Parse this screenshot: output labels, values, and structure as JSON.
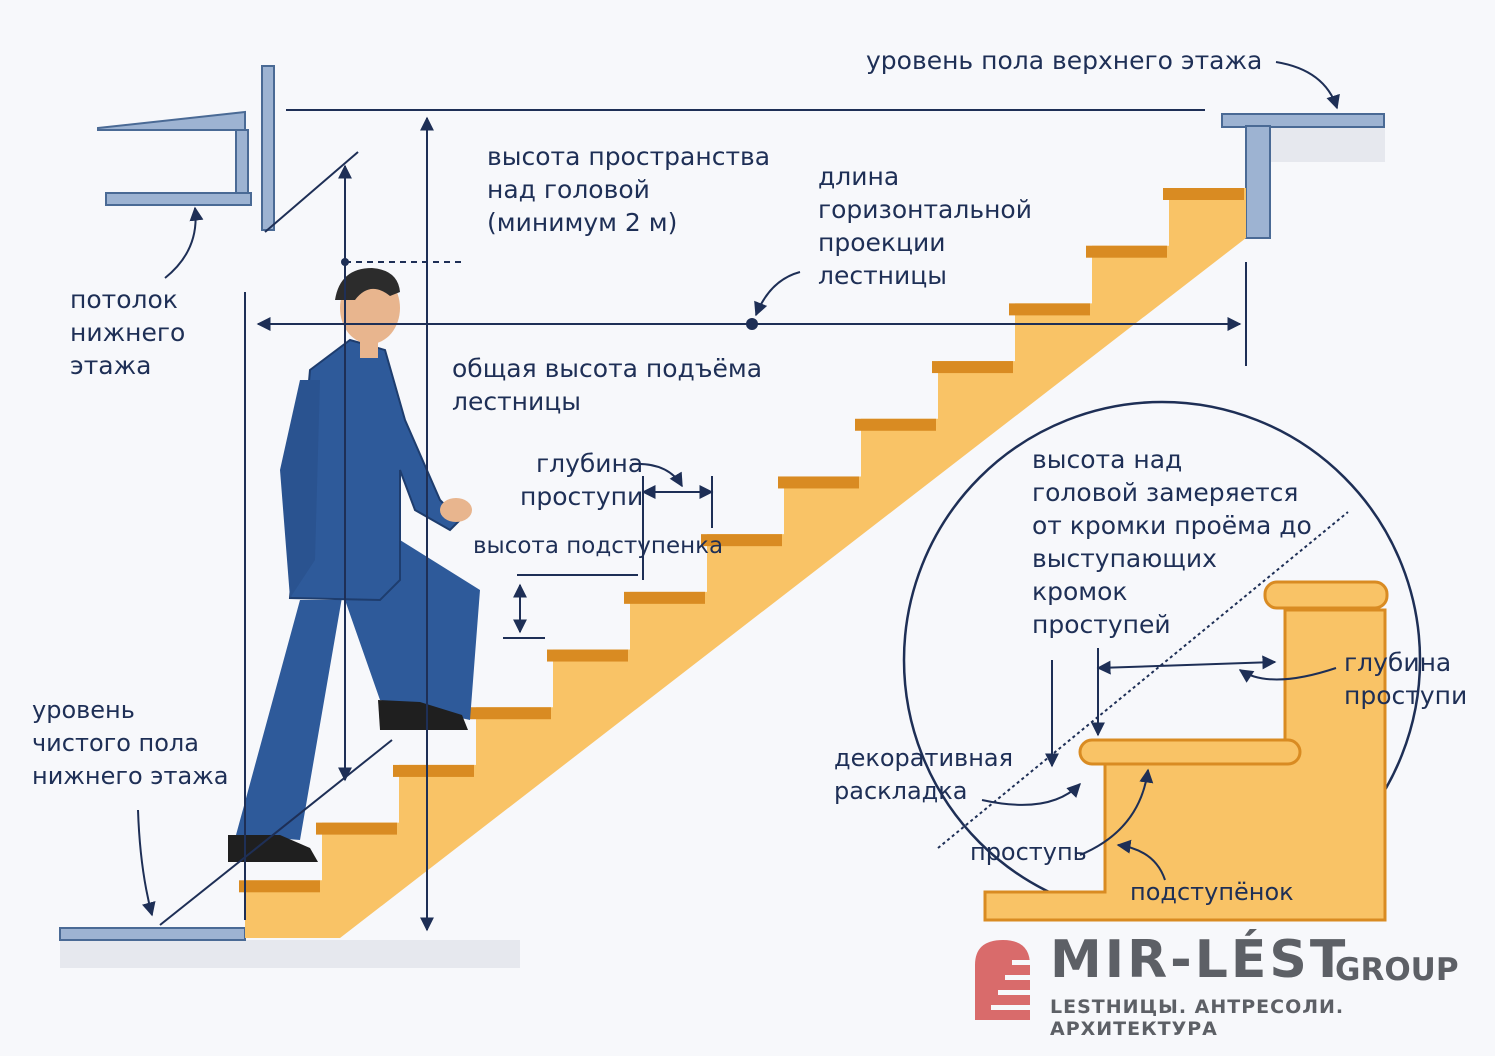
{
  "labels": {
    "upper_floor_level": "уровень пола верхнего этажа",
    "headroom": "высота пространства\nнад головой\n(минимум 2 м)",
    "horizontal_length": "длина\nгоризонтальной\nпроекции\nлестницы",
    "lower_ceiling": "потолок\nнижнего\nэтажа",
    "total_rise": "общая высота подъёма\nлестницы",
    "tread_depth": "глубина\nпроступи",
    "riser_height": "высота подступенка",
    "lower_floor_level": "уровень\nчистого пола\nнижнего этажа",
    "headroom_note": "высота над\nголовой замеряется\nот кромки проёма до\nвыступающих\nкромок\nпроступей",
    "detail_tread_depth": "глубина\nпроступи",
    "nosing": "декоративная\nраскладка",
    "tread": "проступь",
    "riser": "подступёнок"
  },
  "logo": {
    "name": "MIR-LÉST",
    "group": "GROUP",
    "tagline": "LESTHИЦЫ. АНТРЕСОЛИ. АРХИТЕКТУРА"
  },
  "colors": {
    "ink": "#1e2f56",
    "wood_fill": "#f9c366",
    "wood_edge": "#d98b22",
    "steel": "#7f9bc1",
    "suit": "#2e5a9a",
    "logo_red": "#d96b6b",
    "logo_gray": "#5d6066"
  }
}
